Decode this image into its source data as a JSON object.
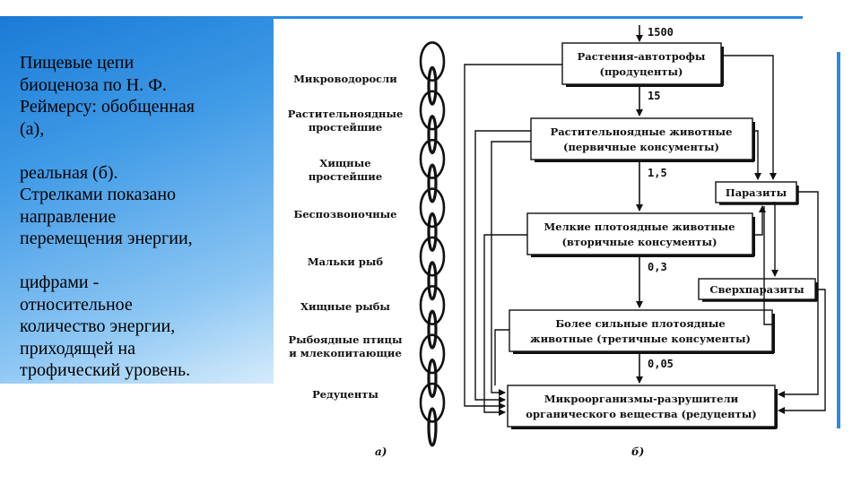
{
  "caption": {
    "lines_1": [
      "Пищевые цепи",
      "биоценоза по Н. Ф.",
      "Реймерсу: обобщенная",
      "(а),"
    ],
    "lines_2": [
      "реальная (б).",
      "Стрелками показано",
      "направление",
      "перемещения энергии,"
    ],
    "lines_3": [
      "цифрами -",
      "относительное",
      "количество энергии,",
      "приходящей на",
      "трофический уровень."
    ]
  },
  "chain": {
    "labels": [
      [
        "Микроводоросли"
      ],
      [
        "Растительноядные",
        "простейшие"
      ],
      [
        "Хищные",
        "простейшие"
      ],
      [
        "Беспозвоночные"
      ],
      [
        "Мальки рыб"
      ],
      [
        "Хищные рыбы"
      ],
      [
        "Рыбоядные птицы",
        "и млекопитающие"
      ],
      [
        "Редуценты"
      ]
    ],
    "figure_label": "а)"
  },
  "flow": {
    "input_value": "1500",
    "levels": [
      {
        "lines": [
          "Растения-автотрофы",
          "(продуценты)"
        ]
      },
      {
        "lines": [
          "Растительноядные животные",
          "(первичные консументы)"
        ]
      },
      {
        "lines": [
          "Мелкие плотоядные животные",
          "(вторичные консументы)"
        ]
      },
      {
        "lines": [
          "Более сильные плотоядные",
          "животные (третичные консументы)"
        ]
      },
      {
        "lines": [
          "Микроорганизмы-разрушители",
          "органического вещества (редуценты)"
        ]
      }
    ],
    "energy_values": [
      "15",
      "1,5",
      "0,3",
      "0,05"
    ],
    "parasites": "Паразиты",
    "superparasites": "Сверхпаразиты",
    "figure_label": "б)"
  }
}
